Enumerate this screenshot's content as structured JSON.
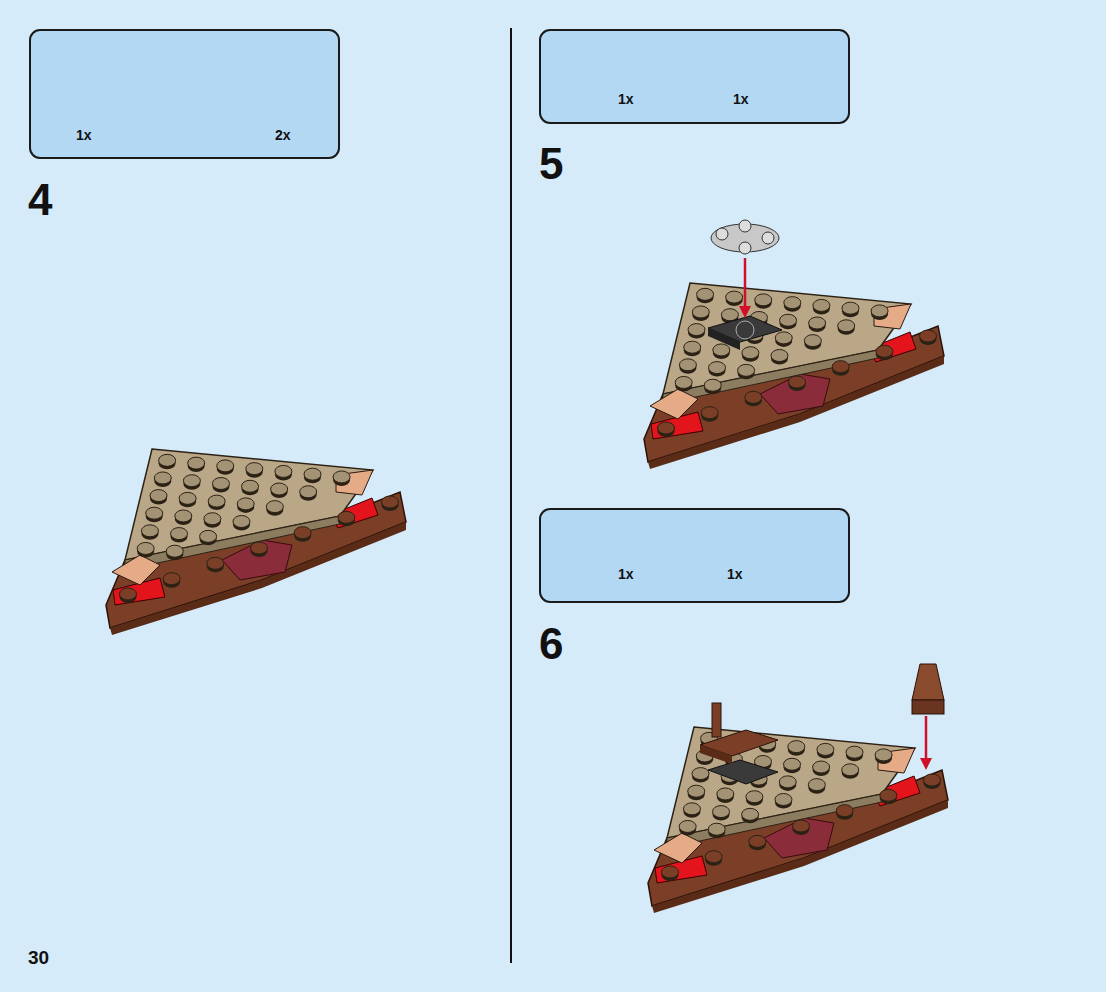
{
  "diagram": {
    "nodes": [
      {
        "text": [
          "1x",
          "2x"
        ]
      },
      {
        "text": [
          "1x",
          "1x"
        ]
      },
      {
        "text": [
          "1x",
          "1x"
        ]
      }
    ],
    "labels": [
      "4",
      "5",
      "6",
      "30"
    ]
  }
}
